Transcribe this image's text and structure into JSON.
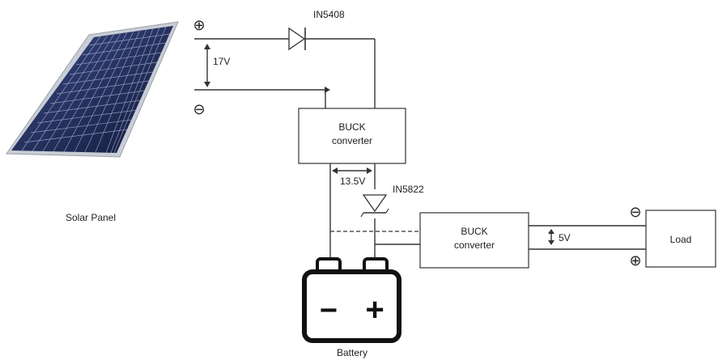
{
  "solar_panel": {
    "label": "Solar Panel"
  },
  "terminals": {
    "plus_symbol": "⊕",
    "minus_symbol": "⊖"
  },
  "voltages": {
    "panel": "17V",
    "charge": "13.5V",
    "output": "5V"
  },
  "diodes": {
    "d1": "IN5408",
    "d2": "IN5822"
  },
  "buck1": {
    "line1": "BUCK",
    "line2": "converter"
  },
  "buck2": {
    "line1": "BUCK",
    "line2": "converter"
  },
  "load": {
    "label": "Load"
  },
  "battery": {
    "label": "Battery",
    "minus": "−",
    "plus": "+"
  },
  "colors": {
    "panel_cells": "#1f2a55",
    "panel_frame": "#c9ced6",
    "wire": "#333333"
  }
}
